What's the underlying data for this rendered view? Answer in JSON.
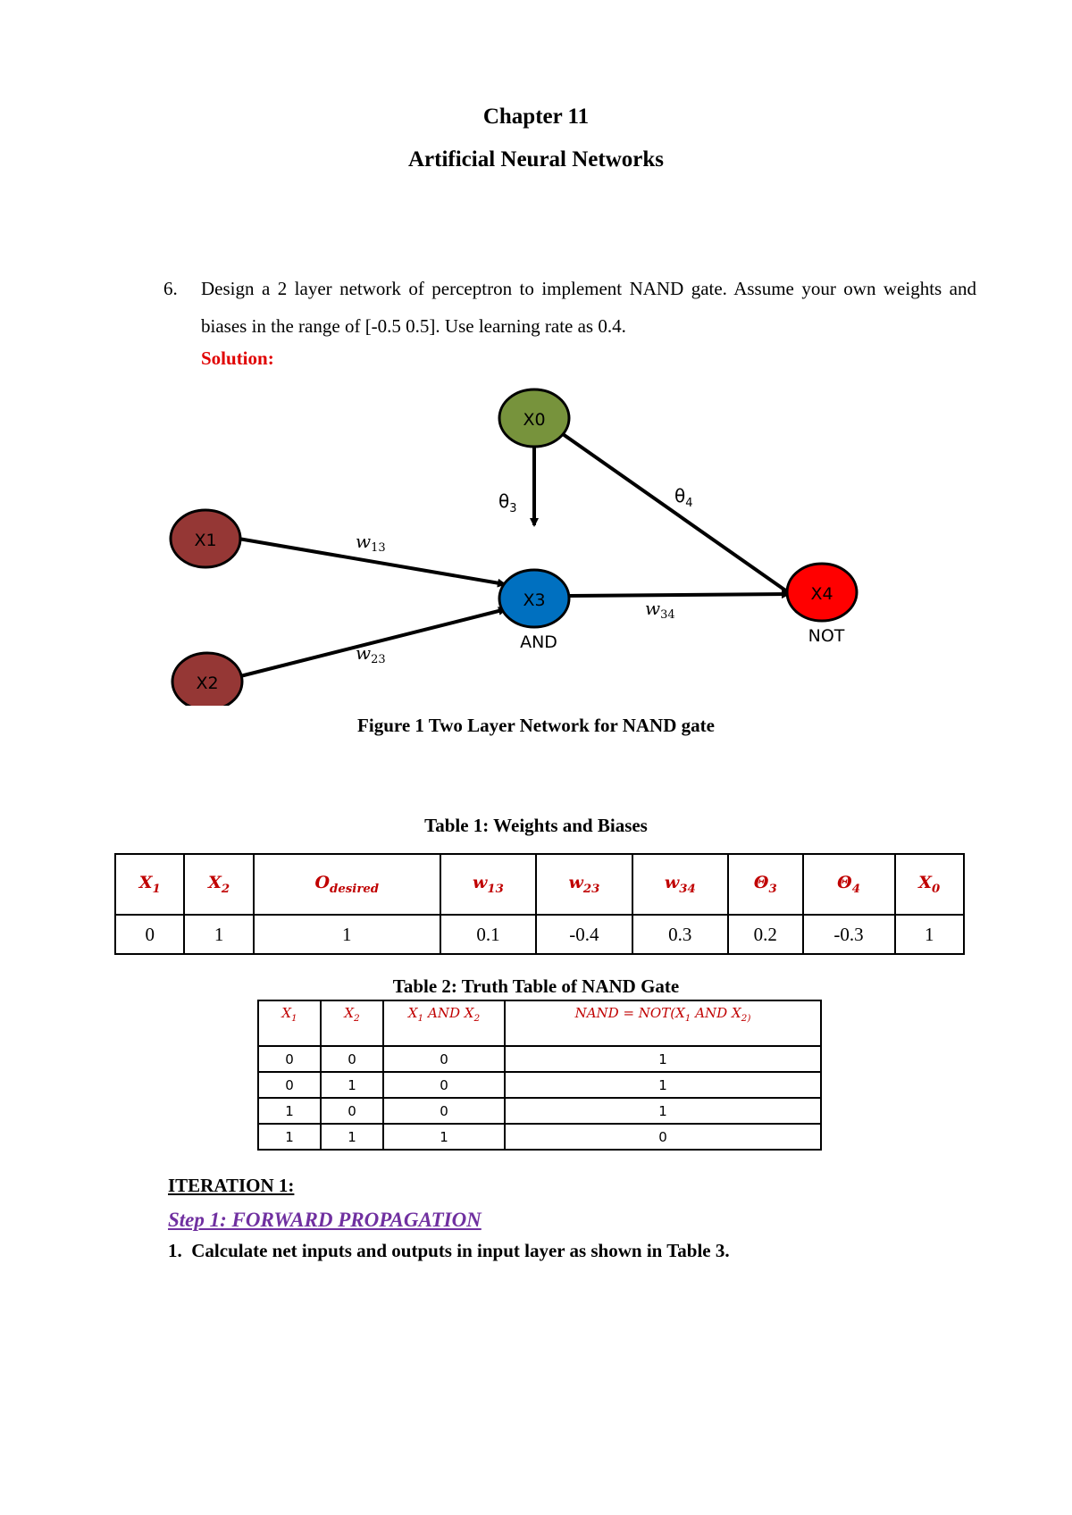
{
  "header": {
    "chapter": "Chapter 11",
    "title": "Artificial Neural Networks"
  },
  "question": {
    "number": "6.",
    "text": "Design a 2 layer network of perceptron to implement NAND gate. Assume your own weights and biases in the range of [-0.5 0.5]. Use learning rate as 0.4."
  },
  "solution_label": "Solution:",
  "diagram": {
    "nodes": {
      "x0": "X0",
      "x1": "X1",
      "x2": "X2",
      "x3": "X3",
      "x4": "X4"
    },
    "edge_labels": {
      "theta3": "θ",
      "theta3_sub": "3",
      "theta4": "θ",
      "theta4_sub": "4",
      "w13": "w",
      "w13_sub": "13",
      "w23": "w",
      "w23_sub": "23",
      "w34": "w",
      "w34_sub": "34"
    },
    "node_captions": {
      "and": "AND",
      "not": "NOT"
    },
    "colors": {
      "x0": "#77933c",
      "input": "#953735",
      "x3": "#0070c0",
      "x4": "#ff0000"
    }
  },
  "figure_caption": "Figure 1 Two Layer Network for NAND gate",
  "table1": {
    "caption": "Table 1: Weights and Biases",
    "headers": [
      {
        "sym": "X",
        "sub": "1"
      },
      {
        "sym": "X",
        "sub": "2"
      },
      {
        "sym": "O",
        "sub": "desired"
      },
      {
        "sym": "w",
        "sub": "13"
      },
      {
        "sym": "w",
        "sub": "23"
      },
      {
        "sym": "w",
        "sub": "34"
      },
      {
        "sym": "Θ",
        "sub": "3"
      },
      {
        "sym": "Θ",
        "sub": "4"
      },
      {
        "sym": "X",
        "sub": "0"
      }
    ],
    "row": [
      "0",
      "1",
      "1",
      "0.1",
      "-0.4",
      "0.3",
      "0.2",
      "-0.3",
      "1"
    ]
  },
  "table2": {
    "caption": "Table 2: Truth Table of NAND Gate",
    "headers": [
      {
        "sym": "X",
        "sub": "1"
      },
      {
        "sym": "X",
        "sub": "2"
      },
      {
        "sym": "X",
        "sub": "1",
        "rest": " AND X",
        "sub2": "2"
      },
      {
        "sym": "NAND = NOT(X",
        "sub": "1",
        "rest": " AND X",
        "sub2": "2)"
      }
    ],
    "rows": [
      [
        "0",
        "0",
        "0",
        "1"
      ],
      [
        "0",
        "1",
        "0",
        "1"
      ],
      [
        "1",
        "0",
        "0",
        "1"
      ],
      [
        "1",
        "1",
        "1",
        "0"
      ]
    ]
  },
  "iteration": "ITERATION 1:",
  "step_title": "Step 1: FORWARD PROPAGATION",
  "step_item": {
    "number": "1.",
    "text": "Calculate net inputs and outputs in input layer as shown in Table 3."
  }
}
